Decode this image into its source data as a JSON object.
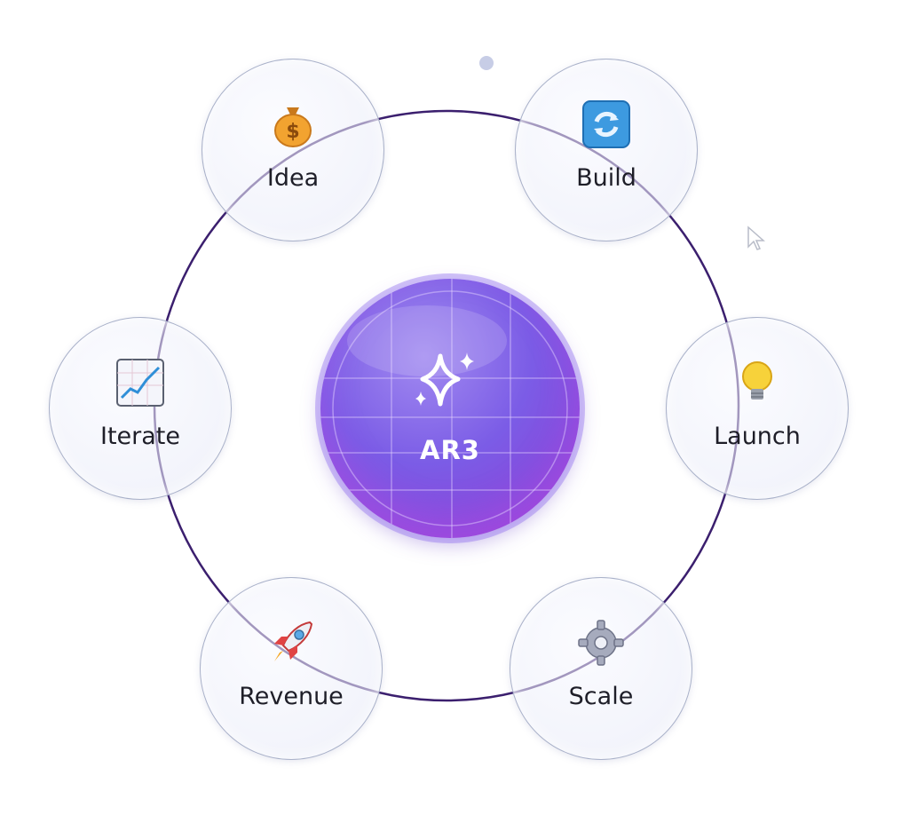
{
  "center": {
    "label": "AR3",
    "icon": "sparkle-icon",
    "color": "#7b5ce6"
  },
  "nodes": [
    {
      "label": "Idea",
      "icon": "money-bag-icon"
    },
    {
      "label": "Build",
      "icon": "refresh-icon"
    },
    {
      "label": "Launch",
      "icon": "lightbulb-icon"
    },
    {
      "label": "Scale",
      "icon": "gear-icon"
    },
    {
      "label": "Revenue",
      "icon": "rocket-icon"
    },
    {
      "label": "Iterate",
      "icon": "chart-icon"
    }
  ],
  "ring_color": "#3b1f6e"
}
